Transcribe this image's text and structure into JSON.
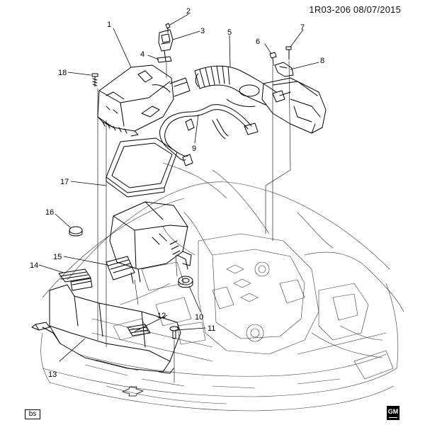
{
  "header": {
    "doc_id": "1R03-206 08/07/2015"
  },
  "callouts": [
    "1",
    "2",
    "3",
    "4",
    "5",
    "6",
    "7",
    "8",
    "9",
    "10",
    "11",
    "12",
    "13",
    "14",
    "15",
    "16",
    "17",
    "18"
  ],
  "footer": {
    "artist_code": "bs",
    "brand_mark": "GM"
  }
}
